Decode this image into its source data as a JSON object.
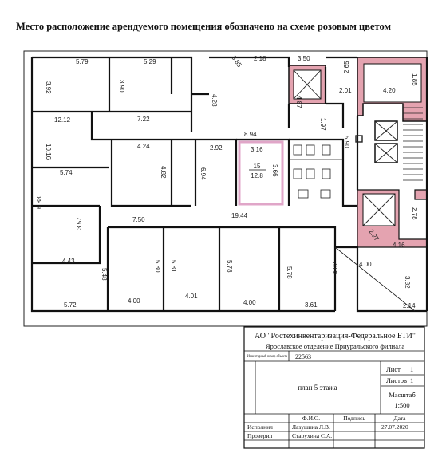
{
  "caption": "Место расположение арендуемого помещения обозначено на схеме розовым цветом",
  "highlight_color": "#e0a6c8",
  "stair_color": "#d98a9a",
  "room": {
    "number": "15",
    "area": "12.8"
  },
  "dimensions": {
    "d1": "5.79",
    "d2": "5.29",
    "d3": "3.92",
    "d4": "3.90",
    "d5": "4.28",
    "d6": "3.85",
    "d7": "2.18",
    "d8": "3.50",
    "d9": "2.65",
    "d10": "4.20",
    "d11": "1.85",
    "d12": "2.01",
    "d13": "4.87",
    "d14": "12.12",
    "d15": "7.22",
    "d16": "10.16",
    "d17": "8.94",
    "d18": "1.97",
    "d19": "5.90",
    "d20": "4.24",
    "d21": "2.92",
    "d22": "3.16",
    "d23": "4.82",
    "d24": "6.94",
    "d25": "3.66",
    "d26": "5.74",
    "d27": "6.88",
    "d28": "3.57",
    "d29": "7.50",
    "d30": "19.44",
    "d31": "2.78",
    "d32": "2.27",
    "d33": "4.16",
    "d34": "4.43",
    "d35": "5.48",
    "d36": "5.80",
    "d37": "5.81",
    "d38": "5.78",
    "d39": "5.78b",
    "d40": "4.00",
    "d41": "4.02",
    "d42": "3.82",
    "d43": "5.72",
    "d44": "4.00b",
    "d45": "4.01",
    "d46": "4.00c",
    "d47": "3.61",
    "d48": "2.14"
  },
  "stamp": {
    "org": "АО \"Ростехинвентаризация-Федеральное БТИ\"",
    "branch": "Ярославское отделение Приуральского филиала",
    "inv_label": "Инвентарный номер объекта",
    "inv_value": "22563",
    "sheet_label": "Лист",
    "sheet_value": "1",
    "sheets_label": "Листов",
    "sheets_value": "1",
    "plan_title": "план 5 этажа",
    "scale_label": "Масштаб",
    "scale_value": "1:500",
    "col_name": "Ф.И.О.",
    "col_sign": "Подпись",
    "col_date": "Дата",
    "role1": "Исполнил",
    "name1": "Лазушина Л.В.",
    "date1": "27.07.2020",
    "role2": "Проверил",
    "name2": "Старухина С.А."
  }
}
